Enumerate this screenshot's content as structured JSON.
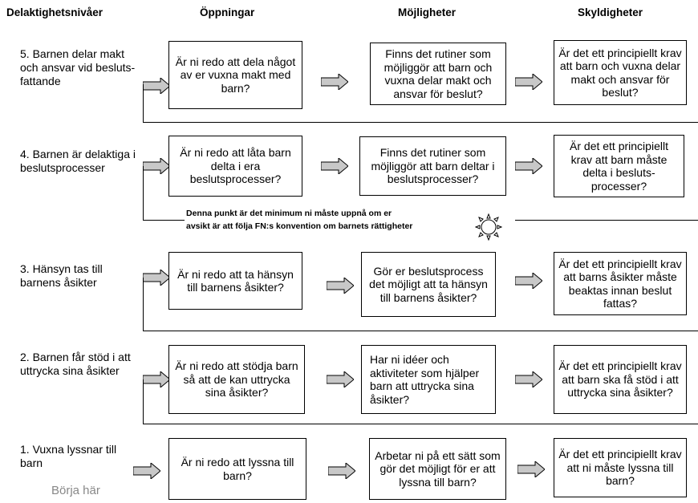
{
  "headers": {
    "level": "Delaktighetsnivåer",
    "openings": "Öppningar",
    "possibilities": "Möjligheter",
    "obligations": "Skyldigheter"
  },
  "rows": [
    {
      "level": "5. Barnen delar makt och ansvar vid besluts-fattande",
      "opening": "Är ni redo att dela något av er vuxna makt med barn?",
      "possibility": "Finns det rutiner som möjliggör att barn och vuxna delar makt och ansvar för beslut?",
      "obligation": "Är det ett principiellt krav att barn och vuxna delar makt och ansvar för beslut?"
    },
    {
      "level": "4. Barnen är delaktiga i beslutsprocesser",
      "opening": "Är ni redo att låta barn delta i era beslutsprocesser?",
      "possibility": "Finns det rutiner som möjliggör att barn deltar i beslutsprocesser?",
      "obligation": "Är det ett principiellt krav att barn måste delta i besluts-processer?"
    },
    {
      "level": "3. Hänsyn tas till barnens åsikter",
      "opening": "Är ni redo att ta hänsyn till barnens åsikter?",
      "possibility": "Gör er beslutsprocess det möjligt att ta hänsyn till barnens åsikter?",
      "obligation": "Är det ett principiellt krav att barns åsikter måste beaktas innan beslut fattas?"
    },
    {
      "level": "2. Barnen får stöd i att uttrycka sina åsikter",
      "opening": "Är ni redo att stödja barn så att de kan uttrycka sina åsikter?",
      "possibility": "Har ni idéer och aktiviteter som hjälper barn att uttrycka sina åsikter?",
      "obligation": "Är det ett principiellt krav att barn ska få stöd i att uttrycka sina åsikter?"
    },
    {
      "level": "1. Vuxna lyssnar till barn",
      "opening": "Är ni redo att lyssna till barn?",
      "possibility": "Arbetar ni på ett sätt som gör det möjligt för er att lyssna till barn?",
      "obligation": "Är det ett principiellt krav att ni måste lyssna till barn?"
    }
  ],
  "minimum_note_line1": "Denna punkt är det minimum ni måste uppnå om er",
  "minimum_note_line2": "avsikt är att följa FN:s konvention om barnets rättigheter",
  "start_label": "Börja här",
  "icons": {
    "arrow": "block-arrow-right-icon",
    "marker": "sun-marker-icon"
  },
  "colors": {
    "arrow_fill": "#c8c8c8",
    "start_text": "#888888"
  }
}
